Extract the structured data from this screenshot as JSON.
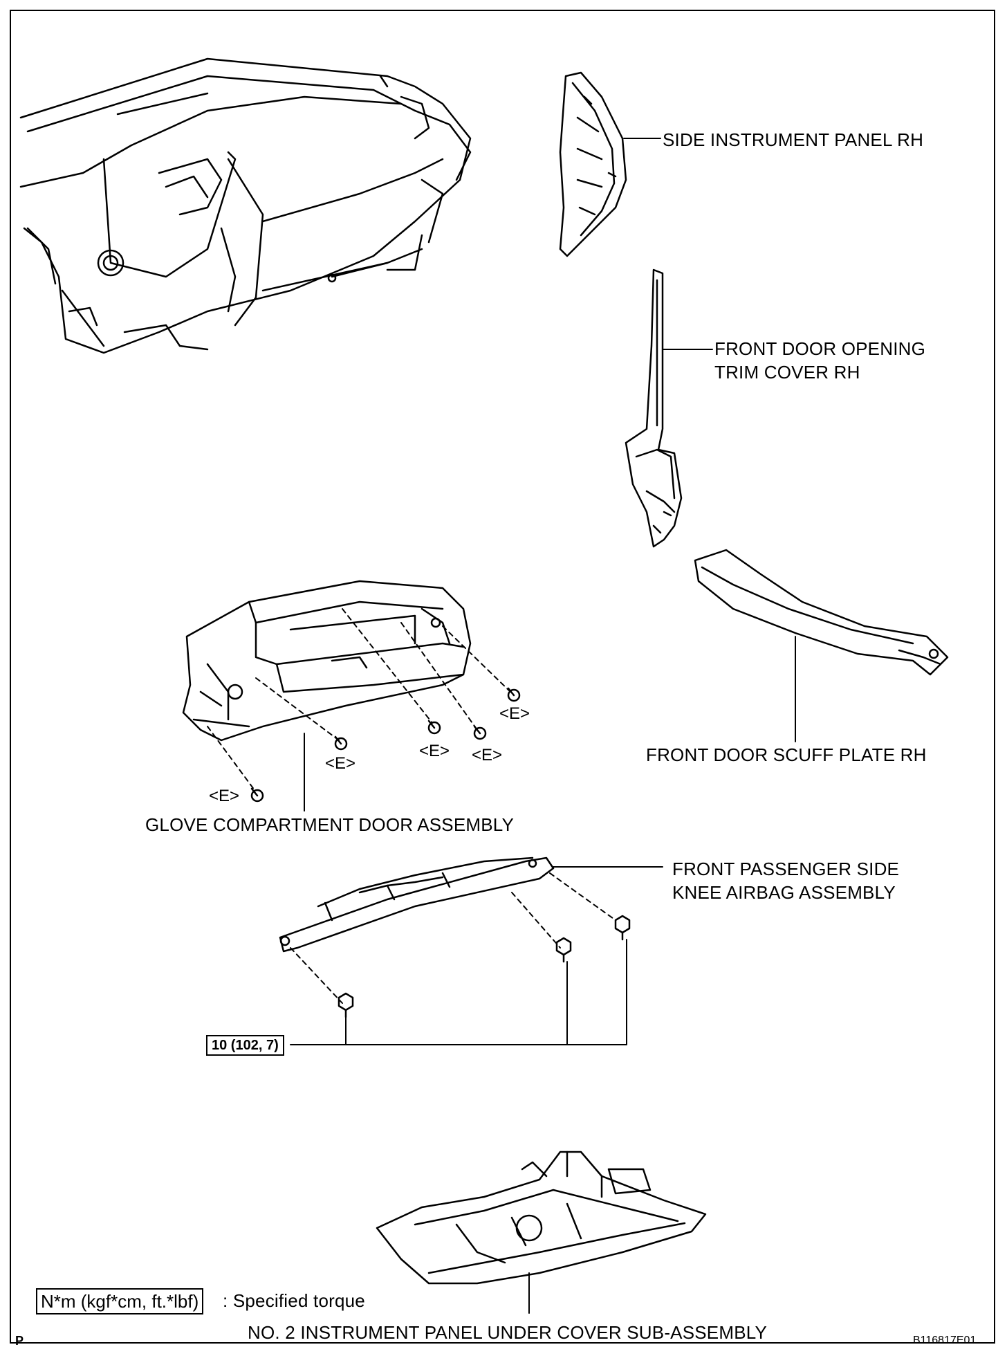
{
  "labels": {
    "side_panel": "SIDE INSTRUMENT PANEL RH",
    "trim_cover_1": "FRONT DOOR OPENING",
    "trim_cover_2": "TRIM COVER RH",
    "scuff_plate": "FRONT DOOR SCUFF PLATE RH",
    "glove_box": "GLOVE COMPARTMENT DOOR ASSEMBLY",
    "knee_airbag_1": "FRONT PASSENGER SIDE",
    "knee_airbag_2": "KNEE AIRBAG ASSEMBLY",
    "under_cover": "NO. 2 INSTRUMENT PANEL UNDER COVER SUB-ASSEMBLY"
  },
  "clip_label": "<E>",
  "torque_value": "10 (102, 7)",
  "legend": {
    "box_text": "N*m (kgf*cm, ft.*lbf)",
    "description": ": Specified torque"
  },
  "footer": {
    "left_code": "P",
    "figure_id": "B116817E01"
  }
}
